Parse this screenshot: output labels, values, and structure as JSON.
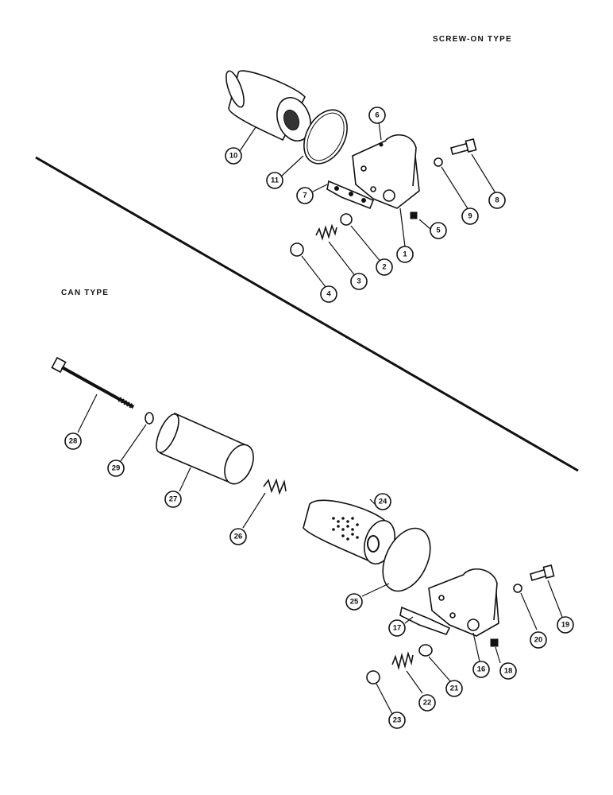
{
  "labels": {
    "screw_on": "SCREW-ON TYPE",
    "can": "CAN TYPE"
  },
  "callouts": {
    "c1": "1",
    "c2": "2",
    "c3": "3",
    "c4": "4",
    "c5": "5",
    "c6": "6",
    "c7": "7",
    "c8": "8",
    "c9": "9",
    "c10": "10",
    "c11": "11",
    "c16": "16",
    "c17": "17",
    "c18": "18",
    "c19": "19",
    "c20": "20",
    "c21": "21",
    "c22": "22",
    "c23": "23",
    "c24": "24",
    "c25": "25",
    "c26": "26",
    "c27": "27",
    "c28": "28",
    "c29": "29"
  }
}
